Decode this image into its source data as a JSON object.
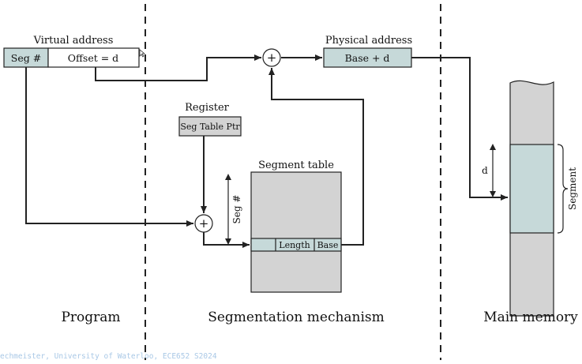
{
  "virtual_address": {
    "label": "Virtual address",
    "seg_field": "Seg #",
    "offset_field": "Offset = d"
  },
  "physical_address": {
    "label": "Physical address",
    "value": "Base + d"
  },
  "register": {
    "label": "Register",
    "value": "Seg Table Ptr"
  },
  "segment_table": {
    "label": "Segment table",
    "length_col": "Length",
    "base_col": "Base",
    "index_label": "Seg #"
  },
  "main_memory": {
    "segment_label": "Segment",
    "offset_label": "d"
  },
  "adders": {
    "symbol": "+"
  },
  "regions": {
    "program": "Program",
    "mechanism": "Segmentation mechanism",
    "memory": "Main memory"
  },
  "footer": {
    "credit": "echmeister, University of Waterloo, ECE652 S2024"
  },
  "colors": {
    "teal": "#c6d9d9",
    "gray": "#d3d3d3",
    "line": "#222222",
    "footer_text": "#a9c8e6"
  }
}
